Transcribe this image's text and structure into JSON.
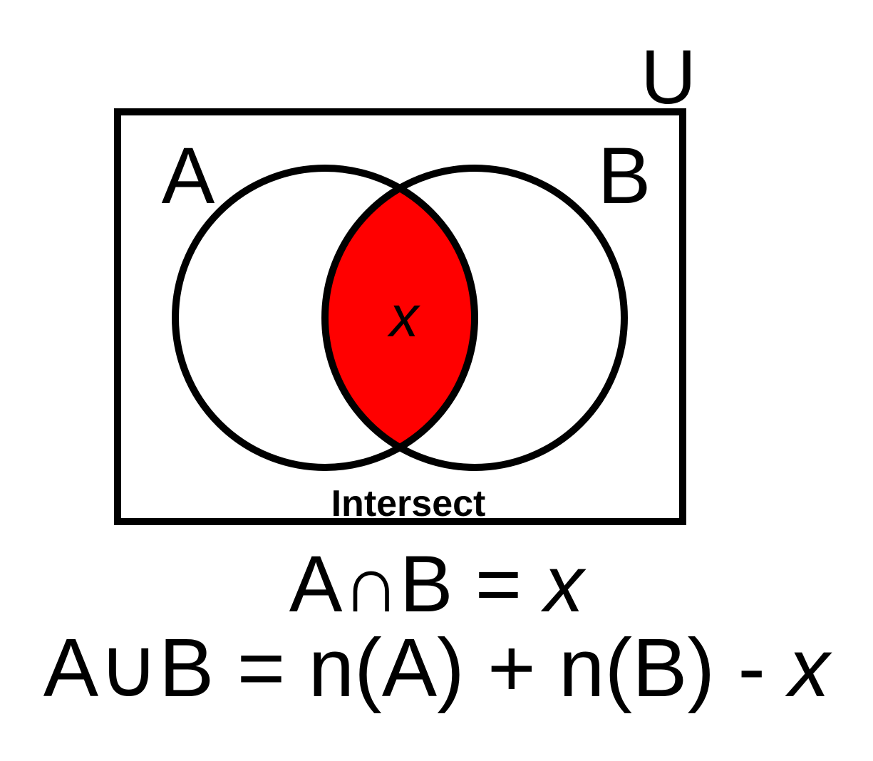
{
  "diagram": {
    "universe_label": "U",
    "set_a_label": "A",
    "set_b_label": "B",
    "intersection_variable": "x",
    "region_caption": "Intersect",
    "highlight_color": "#ff0000",
    "stroke_color": "#000000"
  },
  "equations": {
    "intersection": {
      "lhs": "A∩B = ",
      "rhs": "x"
    },
    "union": {
      "lhs": "A∪B = n(A) + n(B) - ",
      "rhs": "x"
    }
  }
}
